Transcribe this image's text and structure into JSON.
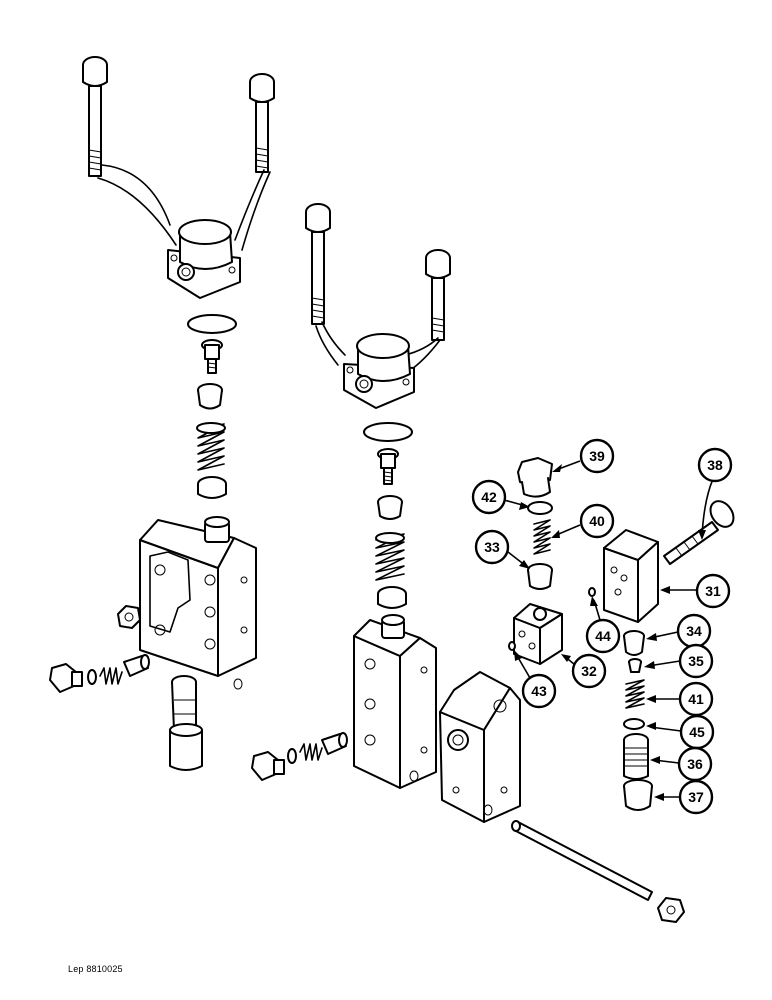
{
  "diagram": {
    "reference_code": "Lep 8810025",
    "callouts": [
      "31",
      "32",
      "33",
      "34",
      "35",
      "36",
      "37",
      "38",
      "39",
      "40",
      "41",
      "42",
      "43",
      "44",
      "45"
    ]
  },
  "colors": {
    "line": "#000000",
    "background": "#ffffff"
  }
}
